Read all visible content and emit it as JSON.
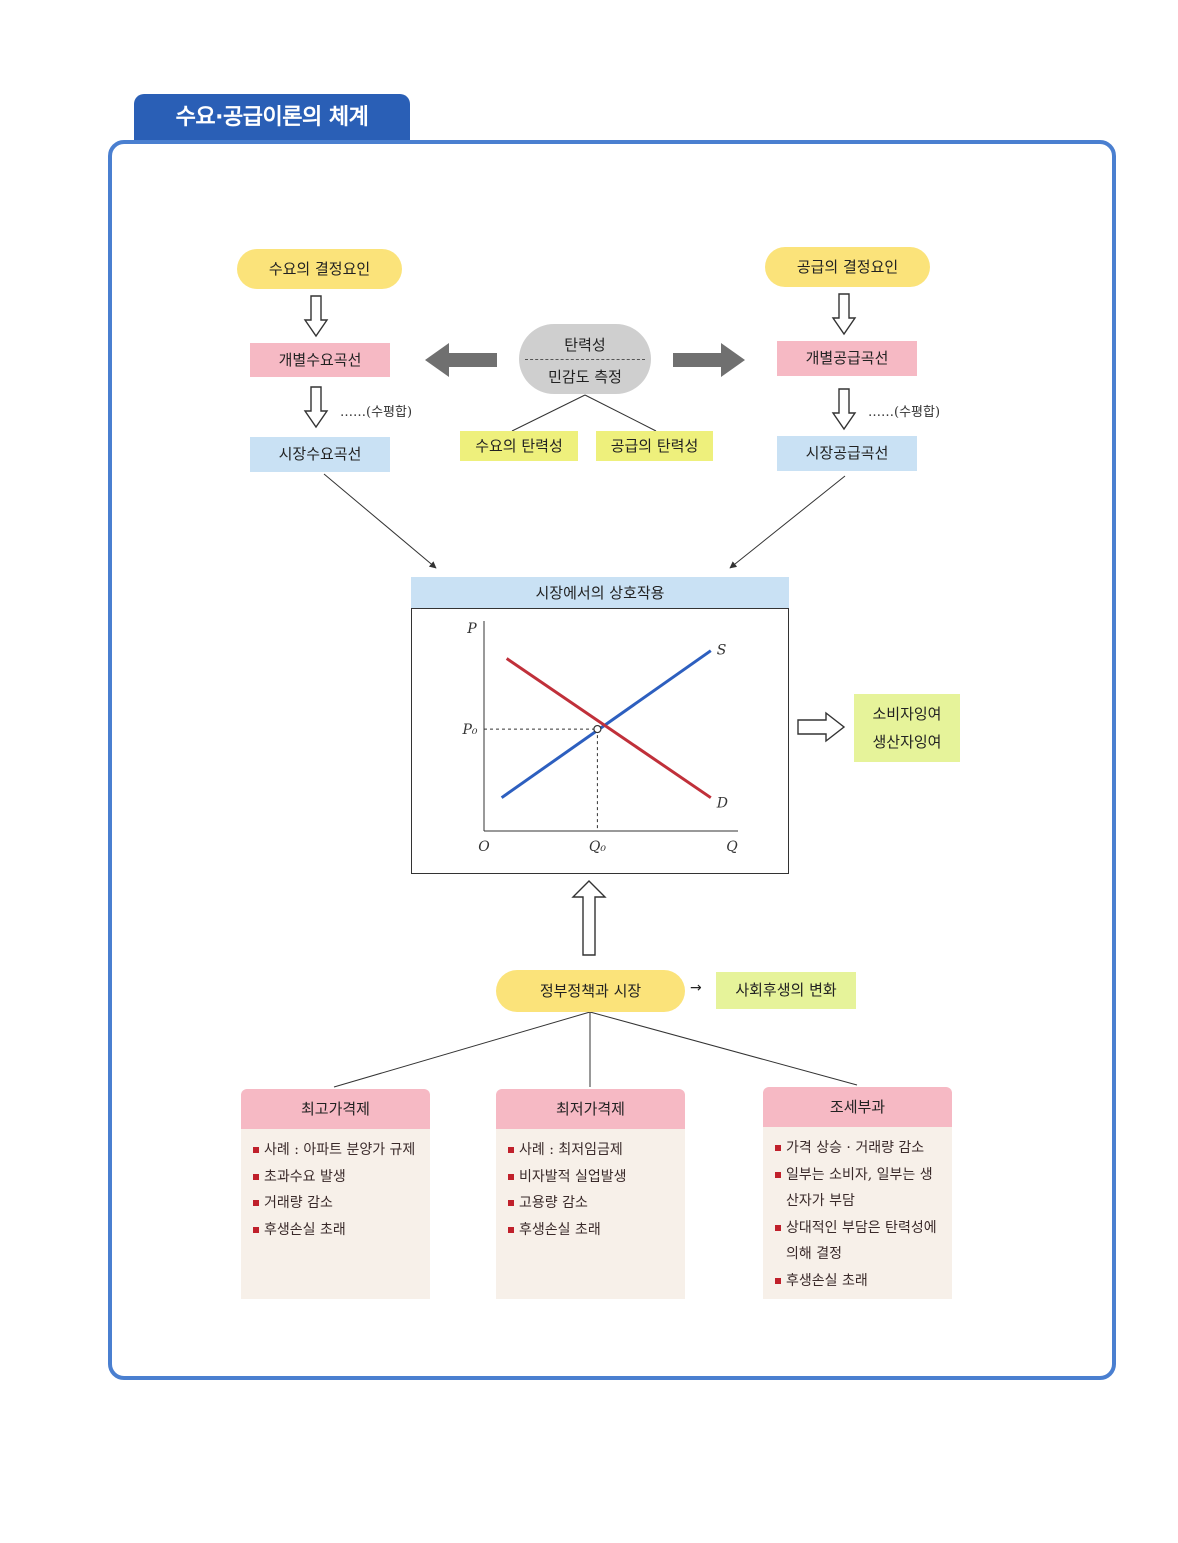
{
  "title": "수요·공급이론의 체계",
  "demand": {
    "determinants": "수요의 결정요인",
    "individual_curve": "개별수요곡선",
    "market_curve": "시장수요곡선",
    "note": "……(수평합)"
  },
  "supply": {
    "determinants": "공급의 결정요인",
    "individual_curve": "개별공급곡선",
    "market_curve": "시장공급곡선",
    "note": "……(수평합)"
  },
  "elasticity": {
    "line1": "탄력성",
    "line2": "민감도 측정",
    "demand": "수요의 탄력성",
    "supply": "공급의 탄력성"
  },
  "market": {
    "header": "시장에서의 상호작용",
    "result_line1": "소비자잉여",
    "result_line2": "생산자잉여"
  },
  "chart_data": {
    "type": "line",
    "title": "",
    "xlabel": "Q",
    "ylabel": "P",
    "origin_label": "O",
    "equilibrium": {
      "q_label": "Q₀",
      "p_label": "P₀",
      "q": 0.45,
      "p": 0.52
    },
    "xlim": [
      0,
      1
    ],
    "ylim": [
      0,
      1
    ],
    "series": [
      {
        "name": "S",
        "color": "#2d5fbf",
        "x": [
          0.07,
          0.9
        ],
        "y": [
          0.17,
          0.92
        ]
      },
      {
        "name": "D",
        "color": "#c0303a",
        "x": [
          0.09,
          0.9
        ],
        "y": [
          0.88,
          0.17
        ]
      }
    ]
  },
  "policy": {
    "root": "정부정책과 시장",
    "arrow": "→",
    "welfare": "사회후생의 변화",
    "branches": [
      {
        "title": "최고가격제",
        "items": [
          "사례 : 아파트 분양가 규제",
          "초과수요 발생",
          "거래량 감소",
          "후생손실 초래"
        ]
      },
      {
        "title": "최저가격제",
        "items": [
          "사례 : 최저임금제",
          "비자발적 실업발생",
          "고용량 감소",
          "후생손실 초래"
        ]
      },
      {
        "title": "조세부과",
        "items": [
          "가격 상승 · 거래량 감소",
          "일부는 소비자, 일부는 생산자가 부담",
          "상대적인 부담은 탄력성에 의해 결정",
          "후생손실 초래"
        ]
      }
    ]
  },
  "colors": {
    "frame": "#4a7fd0",
    "title_tab": "#2a5fb6",
    "supply_line": "#2d5fbf",
    "demand_line": "#c0303a"
  }
}
